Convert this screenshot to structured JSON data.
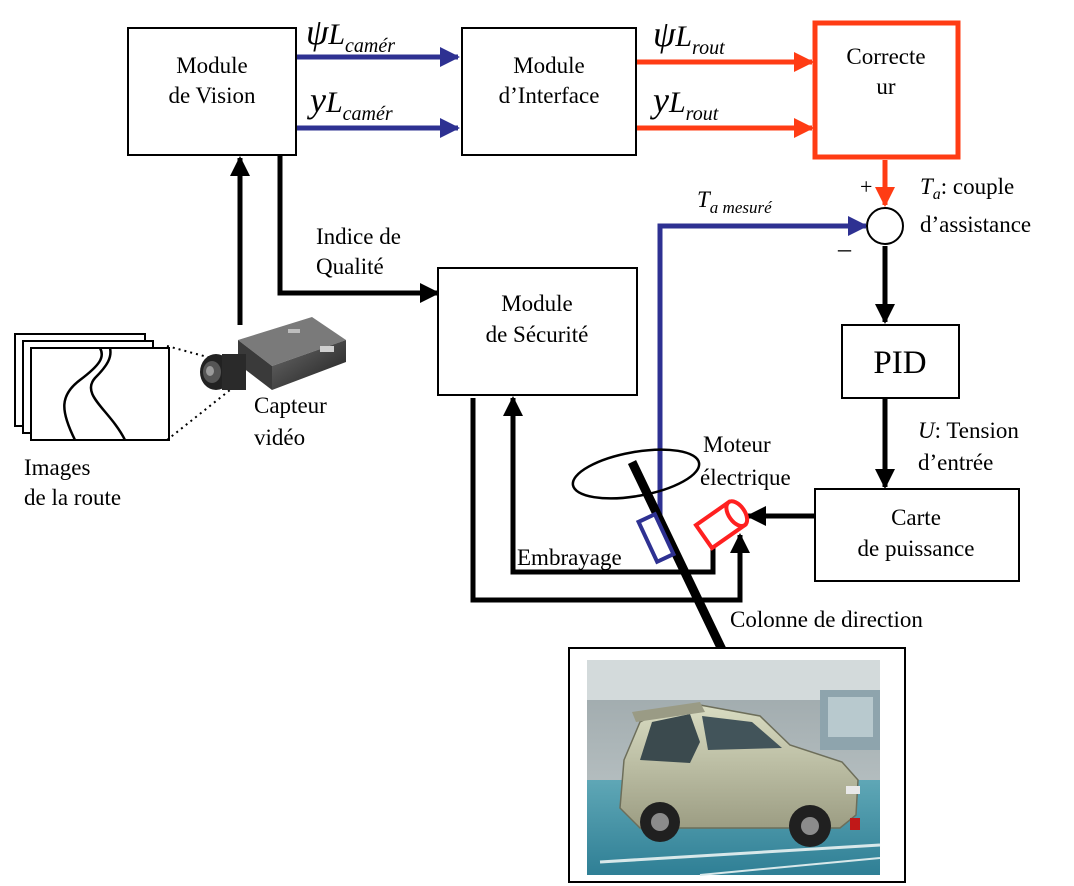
{
  "colors": {
    "camera_signal": "#2e3192",
    "road_signal": "#ff3c14",
    "control": "#000000"
  },
  "blocks": {
    "vision": [
      "Module",
      "de Vision"
    ],
    "interface": [
      "Module",
      "d’Interface"
    ],
    "corrector": [
      "Correcte",
      "ur"
    ],
    "security": [
      "Module",
      "de Sécurité"
    ],
    "pid": "PID",
    "power": [
      "Carte",
      "de puissance"
    ]
  },
  "signals": {
    "psi_cam": {
      "sym": "ψ",
      "base": "L",
      "sub": "camér"
    },
    "y_cam": {
      "sym": "y",
      "base": "L",
      "sub": "camér"
    },
    "psi_rout": {
      "sym": "ψ",
      "base": "L",
      "sub": "rout"
    },
    "y_rout": {
      "sym": "y",
      "base": "L",
      "sub": "rout"
    },
    "ta_measured": {
      "sym": "T",
      "sub": "a mesuré"
    }
  },
  "labels": {
    "plus": "+",
    "minus": "_",
    "ta": {
      "sym": "T",
      "sub": "a",
      "rest": ": couple",
      "line2": "d’assistance"
    },
    "u": {
      "sym": "U",
      "rest": ": Tension",
      "line2": "d’entrée"
    },
    "quality": [
      "Indice de",
      "Qualité"
    ],
    "sensor": [
      "Capteur",
      "vidéo"
    ],
    "images": [
      "Images",
      "de la route"
    ],
    "motor": [
      "Moteur",
      "électrique"
    ],
    "clutch": "Embrayage",
    "column": "Colonne de direction"
  },
  "icons": {
    "camera": "video-camera-icon",
    "car": "car-photo",
    "road_images": "road-image-stack-icon"
  }
}
